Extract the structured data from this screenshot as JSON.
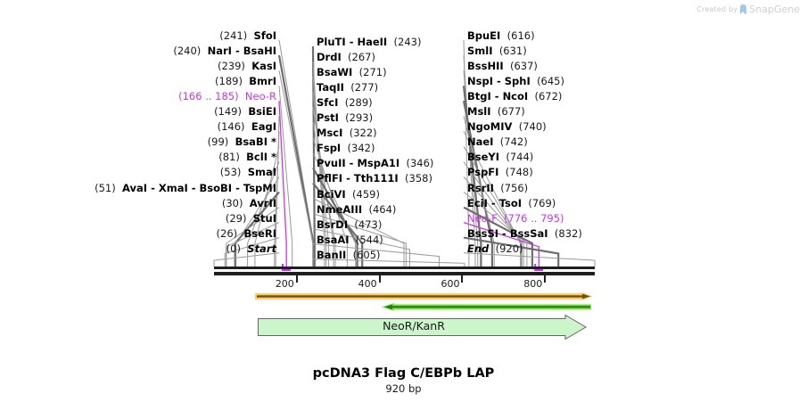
{
  "watermark": {
    "created_by": "Created by",
    "brand": "SnapGene"
  },
  "title": "pcDNA3 Flag C/EBPb LAP",
  "subtitle": "920 bp",
  "sequence_length": 920,
  "colors": {
    "backbone": "#1f1f1f",
    "feature_magenta": "#cc33ee",
    "primer_orange_fill": "#f8cd72",
    "primer_orange_line": "#7a5000",
    "primer_green": "#66dd33",
    "gene_fill": "#ccf5cc",
    "gene_stroke": "#666666",
    "leader": "#808080"
  },
  "ruler": {
    "ticks": [
      {
        "label": "200",
        "value": 200
      },
      {
        "label": "400",
        "value": 400
      },
      {
        "label": "600",
        "value": 600
      },
      {
        "label": "800",
        "value": 800
      }
    ]
  },
  "features": {
    "gene": {
      "label": "NeoR/KanR",
      "start": 110,
      "end": 905,
      "direction": "forward"
    },
    "primer_orange": {
      "start": 105,
      "end": 920,
      "direction": "forward"
    },
    "primer_green": {
      "start": 410,
      "end": 915,
      "direction": "reverse"
    },
    "neo_r": {
      "label": "Neo-R",
      "range": "(166 .. 185)",
      "pos_text": "166 .. 185"
    },
    "neo_f": {
      "label": "Neo-F",
      "range": "(776 .. 795)",
      "pos_text": "776 .. 795"
    }
  },
  "labels_left": [
    {
      "pos": "(241)",
      "names": [
        "SfoI"
      ],
      "site": 241
    },
    {
      "pos": "(240)",
      "names": [
        "NarI",
        "BsaHI"
      ],
      "site": 240
    },
    {
      "pos": "(239)",
      "names": [
        "KasI"
      ],
      "site": 239
    },
    {
      "pos": "(189)",
      "names": [
        "BmrI"
      ],
      "site": 189
    },
    {
      "pos": "(166 .. 185)",
      "names": [
        "Neo-R"
      ],
      "site": 175,
      "feature": true
    },
    {
      "pos": "(149)",
      "names": [
        "BsiEI"
      ],
      "site": 149
    },
    {
      "pos": "(146)",
      "names": [
        "EagI"
      ],
      "site": 146
    },
    {
      "pos": "(99)",
      "names": [
        "BsaBI *"
      ],
      "site": 99
    },
    {
      "pos": "(81)",
      "names": [
        "BclI *"
      ],
      "site": 81
    },
    {
      "pos": "(53)",
      "names": [
        "SmaI"
      ],
      "site": 53
    },
    {
      "pos": "(51)",
      "names": [
        "AvaI",
        "XmaI",
        "BsoBI",
        "TspMI"
      ],
      "site": 51
    },
    {
      "pos": "(30)",
      "names": [
        "AvrII"
      ],
      "site": 30
    },
    {
      "pos": "(29)",
      "names": [
        "StuI"
      ],
      "site": 29
    },
    {
      "pos": "(26)",
      "names": [
        "BseRI"
      ],
      "site": 26
    },
    {
      "pos": "(0)",
      "names": [
        "Start"
      ],
      "site": 0,
      "italic": true
    }
  ],
  "labels_mid": [
    {
      "names": [
        "PluTI",
        "HaeII"
      ],
      "pos": "(243)",
      "site": 243
    },
    {
      "names": [
        "DrdI"
      ],
      "pos": "(267)",
      "site": 267
    },
    {
      "names": [
        "BsaWI"
      ],
      "pos": "(271)",
      "site": 271
    },
    {
      "names": [
        "TaqII"
      ],
      "pos": "(277)",
      "site": 277
    },
    {
      "names": [
        "SfcI"
      ],
      "pos": "(289)",
      "site": 289
    },
    {
      "names": [
        "PstI"
      ],
      "pos": "(293)",
      "site": 293
    },
    {
      "names": [
        "MscI"
      ],
      "pos": "(322)",
      "site": 322
    },
    {
      "names": [
        "FspI"
      ],
      "pos": "(342)",
      "site": 342
    },
    {
      "names": [
        "PvuII",
        "MspA1I"
      ],
      "pos": "(346)",
      "site": 346
    },
    {
      "names": [
        "PflFI",
        "Tth111I"
      ],
      "pos": "(358)",
      "site": 358
    },
    {
      "names": [
        "BciVI"
      ],
      "pos": "(459)",
      "site": 459
    },
    {
      "names": [
        "NmeAIII"
      ],
      "pos": "(464)",
      "site": 464
    },
    {
      "names": [
        "BsrDI"
      ],
      "pos": "(473)",
      "site": 473
    },
    {
      "names": [
        "BsaAI"
      ],
      "pos": "(544)",
      "site": 544
    },
    {
      "names": [
        "BanII"
      ],
      "pos": "(605)",
      "site": 605
    }
  ],
  "labels_right": [
    {
      "names": [
        "BpuEI"
      ],
      "pos": "(616)",
      "site": 616
    },
    {
      "names": [
        "SmlI"
      ],
      "pos": "(631)",
      "site": 631
    },
    {
      "names": [
        "BssHII"
      ],
      "pos": "(637)",
      "site": 637
    },
    {
      "names": [
        "NspI",
        "SphI"
      ],
      "pos": "(645)",
      "site": 645
    },
    {
      "names": [
        "BtgI",
        "NcoI"
      ],
      "pos": "(672)",
      "site": 672
    },
    {
      "names": [
        "MslI"
      ],
      "pos": "(677)",
      "site": 677
    },
    {
      "names": [
        "NgoMIV"
      ],
      "pos": "(740)",
      "site": 740
    },
    {
      "names": [
        "NaeI"
      ],
      "pos": "(742)",
      "site": 742
    },
    {
      "names": [
        "BseYI"
      ],
      "pos": "(744)",
      "site": 744
    },
    {
      "names": [
        "PspFI"
      ],
      "pos": "(748)",
      "site": 748
    },
    {
      "names": [
        "RsrII"
      ],
      "pos": "(756)",
      "site": 756
    },
    {
      "names": [
        "EciI",
        "TsoI"
      ],
      "pos": "(769)",
      "site": 769
    },
    {
      "names": [
        "Neo-F"
      ],
      "pos": "(776 .. 795)",
      "site": 785,
      "feature": true
    },
    {
      "names": [
        "BssSI",
        "BssSaI"
      ],
      "pos": "(832)",
      "site": 832
    },
    {
      "names": [
        "End"
      ],
      "pos": "(920)",
      "site": 920,
      "italic": true
    }
  ]
}
